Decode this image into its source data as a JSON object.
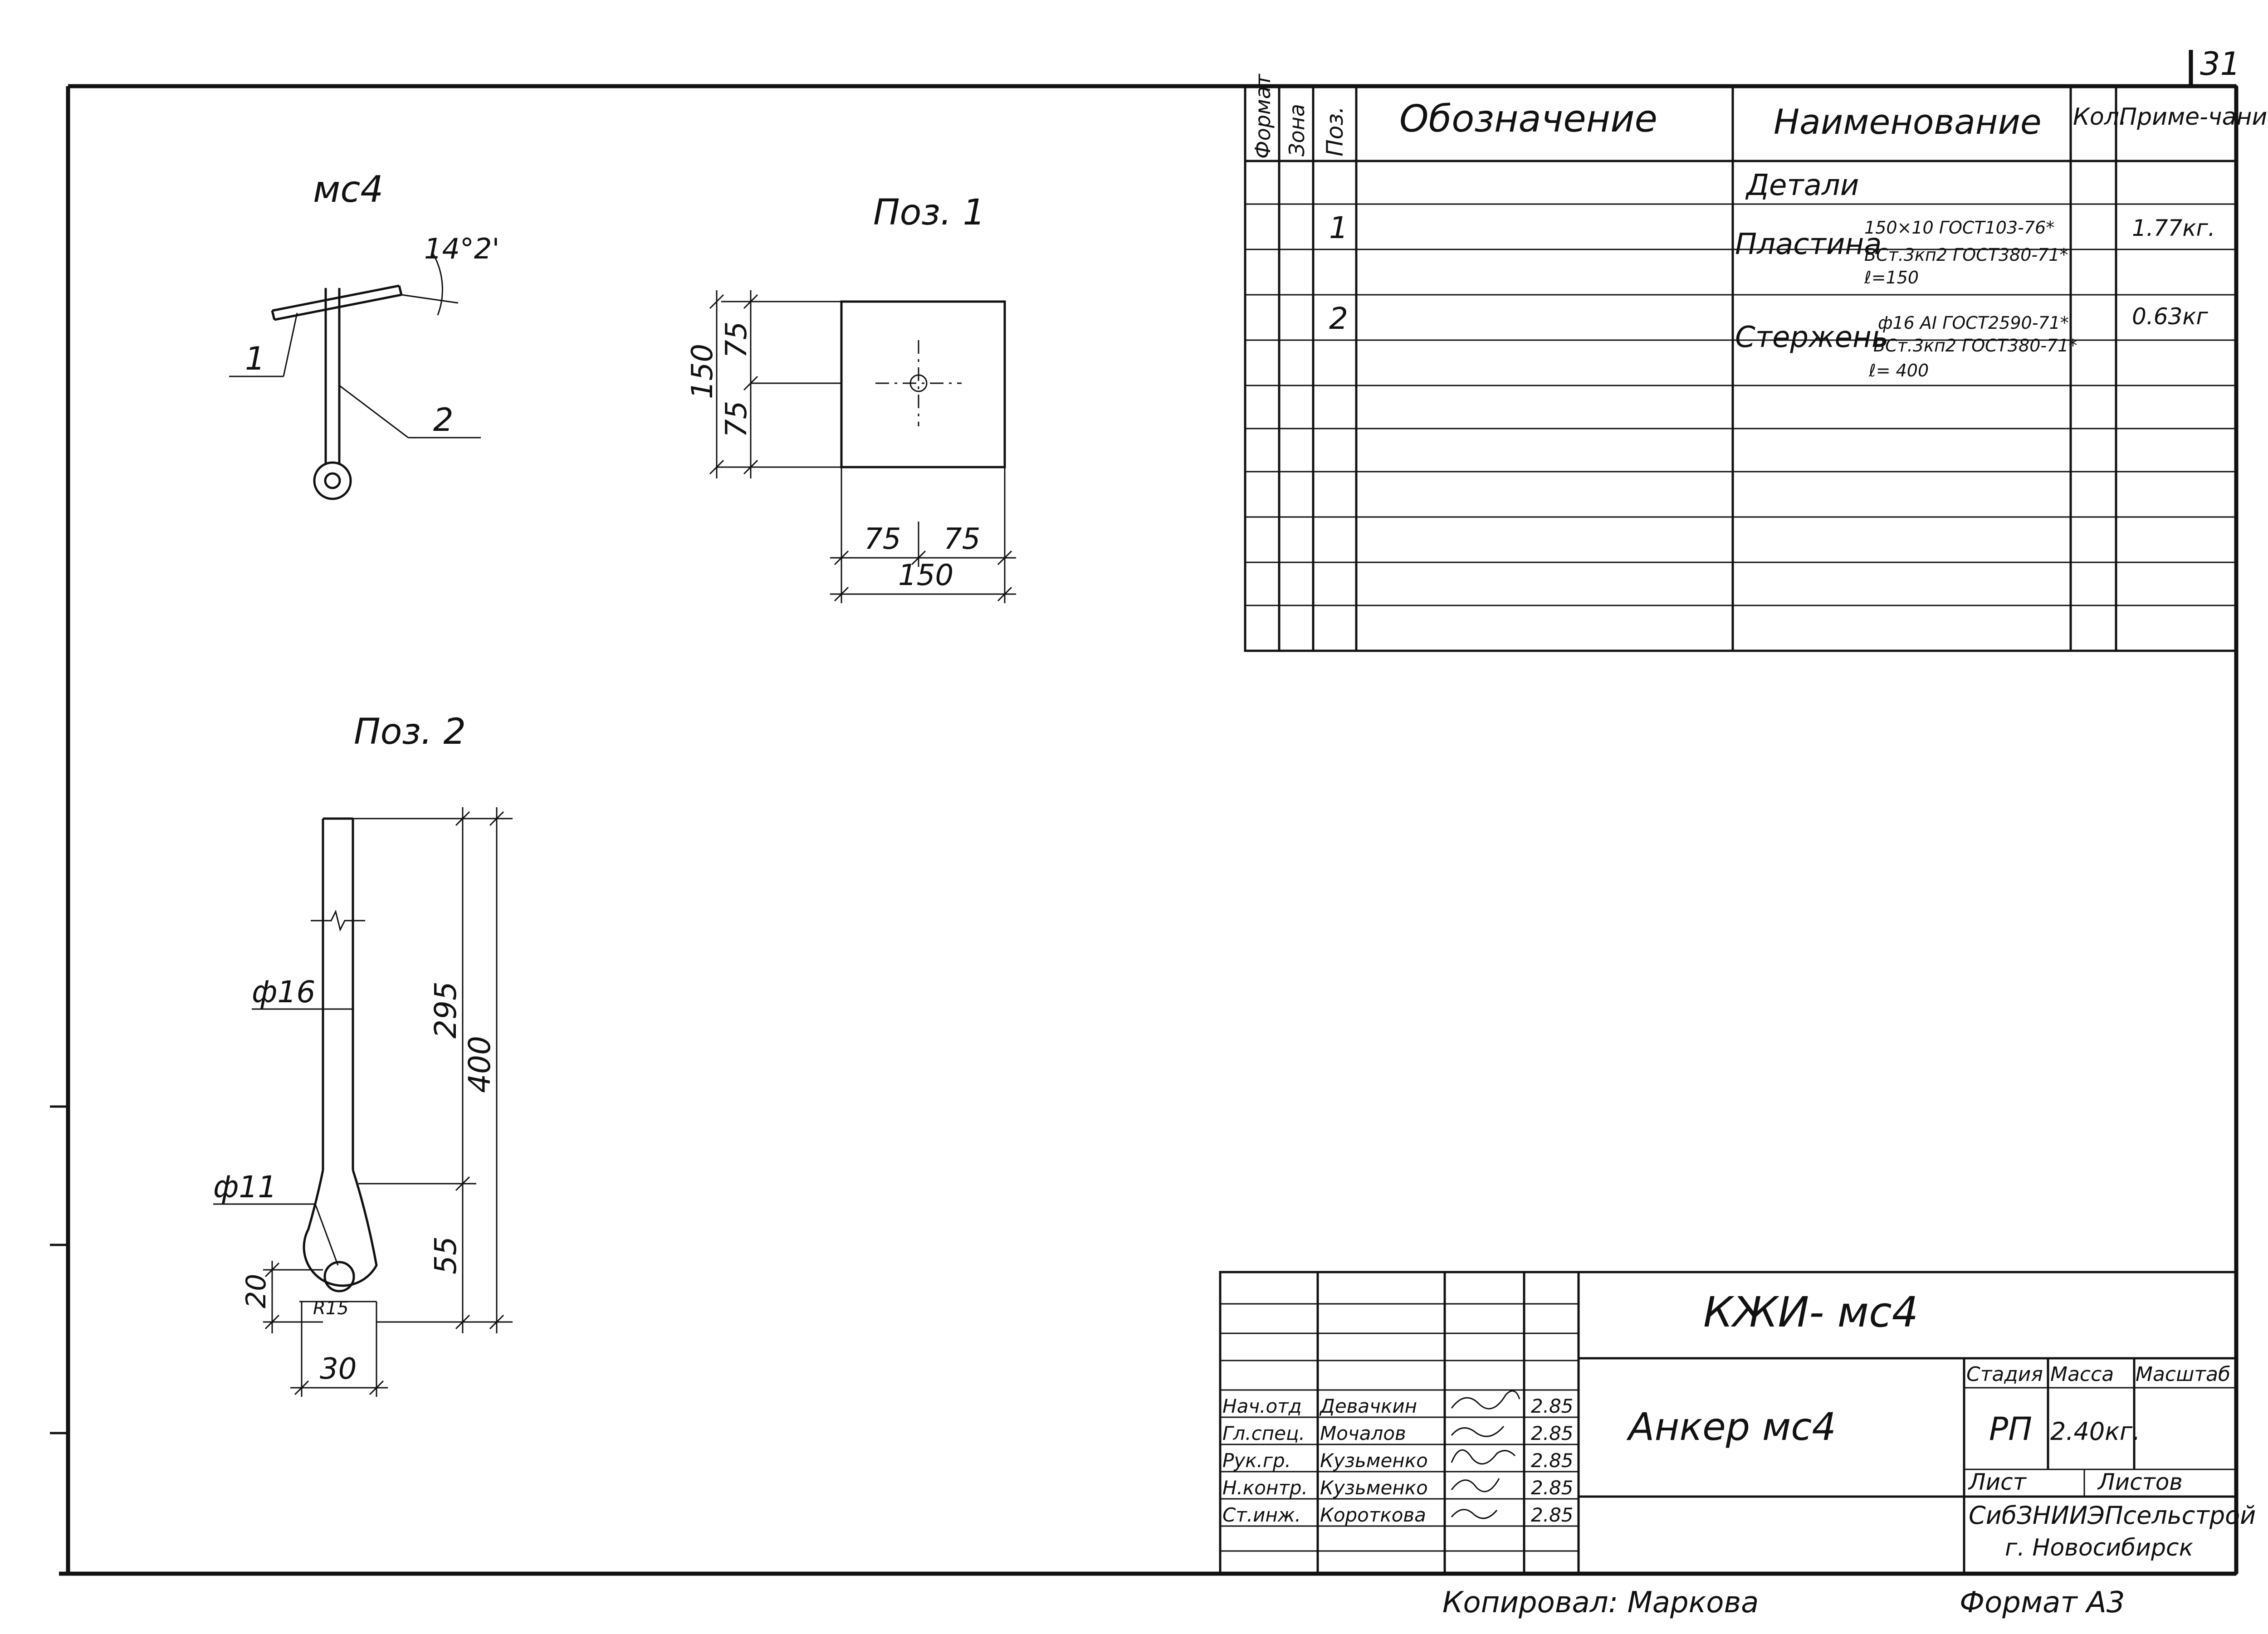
{
  "sheet": {
    "number": "31",
    "drawing_code": "КЖИ- мс4",
    "title": "Анкер мс4",
    "stamp_stage_header": "Стадия",
    "stamp_mass_header": "Масса",
    "stamp_scale_header": "Масштаб",
    "stage": "РП",
    "mass": "2.40кг.",
    "sheet_label": "Лист",
    "sheets_label": "Листов",
    "organization": "СибЗНИИЭПсельстрой",
    "city": "г. Новосибирск",
    "copied_by": "Копировал: Маркова",
    "format": "Формат А3"
  },
  "views": {
    "assembly_label": "мс4",
    "angle_label": "14°2'",
    "assembly_callouts": [
      "1",
      "2"
    ],
    "pos1_label": "Поз. 1",
    "pos2_label": "Поз. 2"
  },
  "pos1_dims": {
    "height_total": "150",
    "height_top": "75",
    "height_bottom": "75",
    "width_left": "75",
    "width_right": "75",
    "width_total": "150"
  },
  "pos2_dims": {
    "rod_diameter": "ф16",
    "hole_diameter": "ф11",
    "rod_length": "295",
    "total_length": "400",
    "eye_length": "55",
    "eye_offset": "20",
    "eye_radius": "R15",
    "eye_width": "30"
  },
  "spec_table": {
    "headers": [
      "Формат",
      "Зона",
      "Поз.",
      "Обозначение",
      "Наименование",
      "Кол.",
      "Приме-чание"
    ],
    "section_label": "Детали",
    "rows": [
      {
        "pos": "1",
        "name": "Пластина",
        "spec_top": "150×10 ГОСТ103-76*",
        "spec_mid": "ВСт.3кп2 ГОСТ380-71*",
        "spec_bottom": "ℓ=150",
        "note": "1.77кг."
      },
      {
        "pos": "2",
        "name": "Стержень",
        "spec_top": "ф16 AI ГОСТ2590-71*",
        "spec_mid": "ВСт.3кп2 ГОСТ380-71*",
        "spec_bottom": "ℓ= 400",
        "note": "0.63кг"
      }
    ]
  },
  "signatures": [
    {
      "role": "Нач.отд",
      "name": "Девачкин",
      "date": "2.85"
    },
    {
      "role": "Гл.спец.",
      "name": "Мочалов",
      "date": "2.85"
    },
    {
      "role": "Рук.гр.",
      "name": "Кузьменко",
      "date": "2.85"
    },
    {
      "role": "Н.контр.",
      "name": "Кузьменко",
      "date": "2.85"
    },
    {
      "role": "Ст.инж.",
      "name": "Короткова",
      "date": "2.85"
    }
  ]
}
